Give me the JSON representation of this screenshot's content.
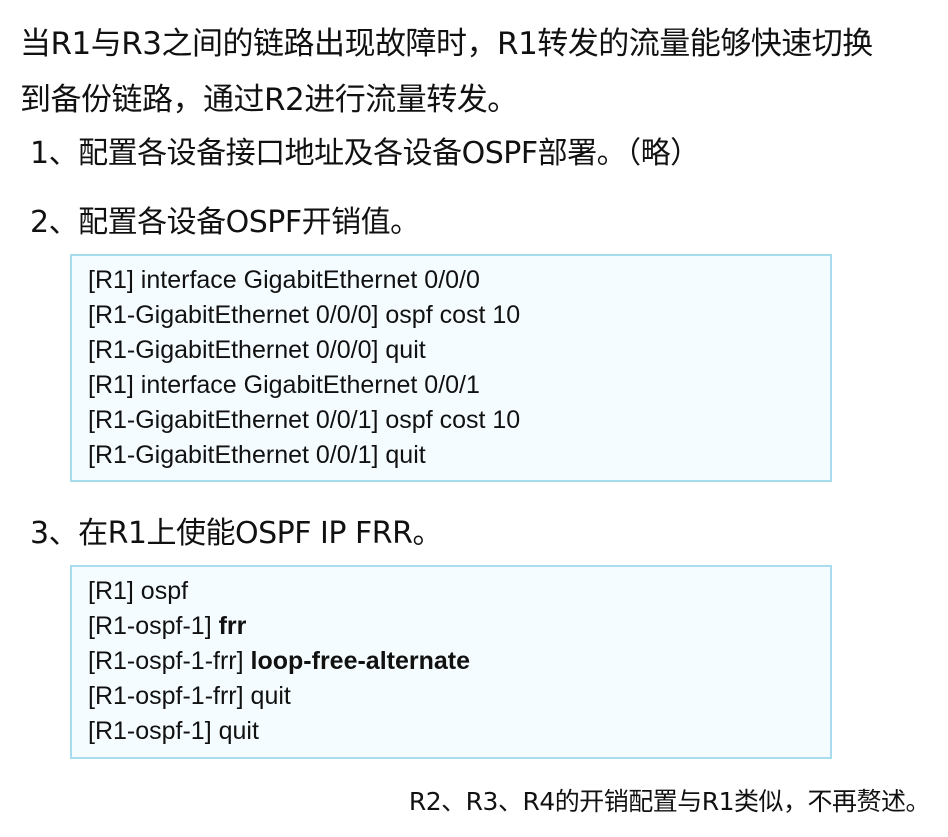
{
  "intro": {
    "line1": "当R1与R3之间的链路出现故障时，R1转发的流量能够快速切换",
    "line2": "到备份链路，通过R2进行流量转发。"
  },
  "steps": [
    {
      "title": "1、配置各设备接口地址及各设备OSPF部署。（略）"
    },
    {
      "title": "2、配置各设备OSPF开销值。",
      "code": [
        {
          "prompt": "[R1]",
          "text": " interface GigabitEthernet 0/0/0",
          "bold": ""
        },
        {
          "prompt": "[R1-GigabitEthernet 0/0/0]",
          "text": " ospf cost 10",
          "bold": ""
        },
        {
          "prompt": "[R1-GigabitEthernet 0/0/0]",
          "text": " quit",
          "bold": ""
        },
        {
          "prompt": "[R1]",
          "text": " interface GigabitEthernet 0/0/1",
          "bold": ""
        },
        {
          "prompt": "[R1-GigabitEthernet 0/0/1]",
          "text": " ospf cost 10",
          "bold": ""
        },
        {
          "prompt": "[R1-GigabitEthernet 0/0/1]",
          "text": " quit",
          "bold": ""
        }
      ]
    },
    {
      "title": "3、在R1上使能OSPF IP FRR。",
      "code": [
        {
          "prompt": "[R1]",
          "text": " ospf",
          "bold": ""
        },
        {
          "prompt": "[R1-ospf-1] ",
          "text": "",
          "bold": "frr"
        },
        {
          "prompt": "[R1-ospf-1-frr] ",
          "text": "",
          "bold": "loop-free-alternate"
        },
        {
          "prompt": "[R1-ospf-1-frr]",
          "text": " quit",
          "bold": ""
        },
        {
          "prompt": "[R1-ospf-1]",
          "text": " quit",
          "bold": ""
        }
      ]
    }
  ],
  "footer": "R2、R3、R4的开销配置与R1类似，不再赘述。"
}
